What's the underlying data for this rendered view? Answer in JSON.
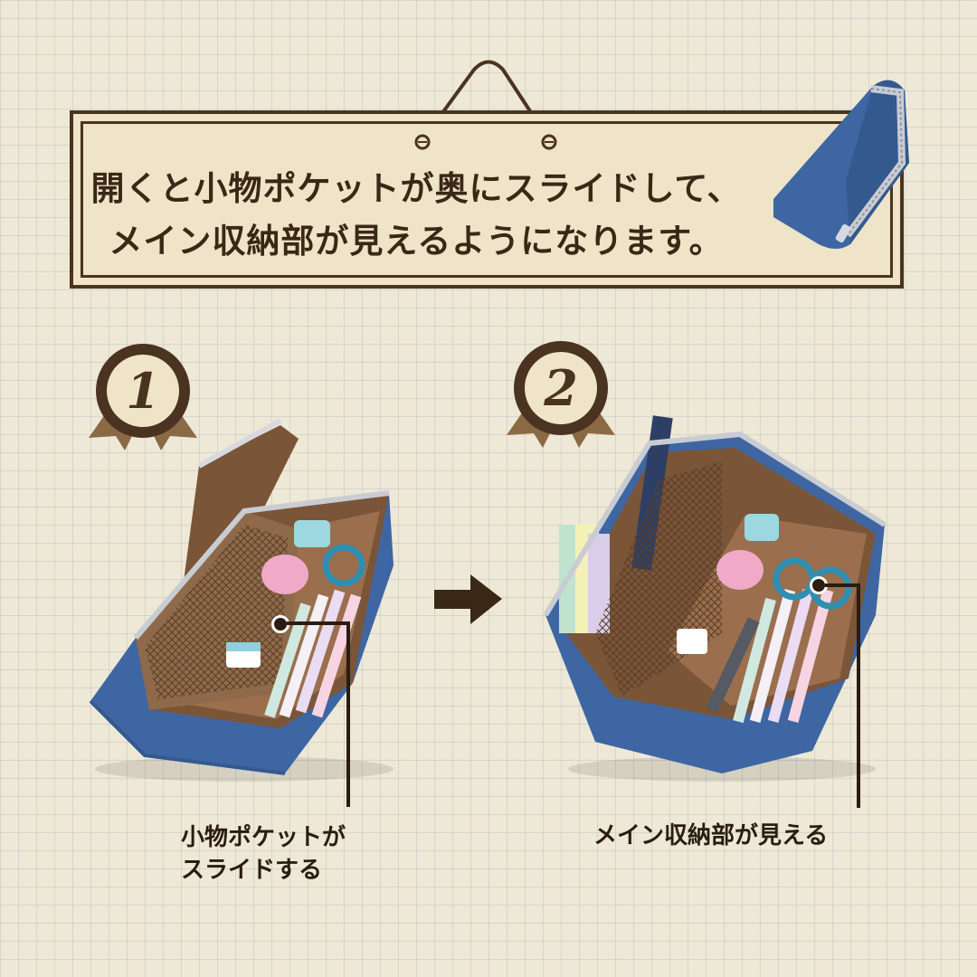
{
  "header": {
    "line1": "開くと小物ポケットが奥にスライドして、",
    "line2": "メイン収納部が見えるようになります。"
  },
  "steps": [
    {
      "badge": "1",
      "caption_line1": "小物ポケットが",
      "caption_line2": "スライドする"
    },
    {
      "badge": "2",
      "caption_line1": "メイン収納部が見える"
    }
  ],
  "colors": {
    "background": "#eee8d6",
    "grid": "#96a5be",
    "frame": "#4a3320",
    "pouch_blue": "#3d66a3",
    "lining_brown": "#8a5a3b",
    "badge": "#4a3320"
  },
  "icons": [
    "hanging-string-icon",
    "arrow-right-icon",
    "ribbon-badge-icon"
  ]
}
